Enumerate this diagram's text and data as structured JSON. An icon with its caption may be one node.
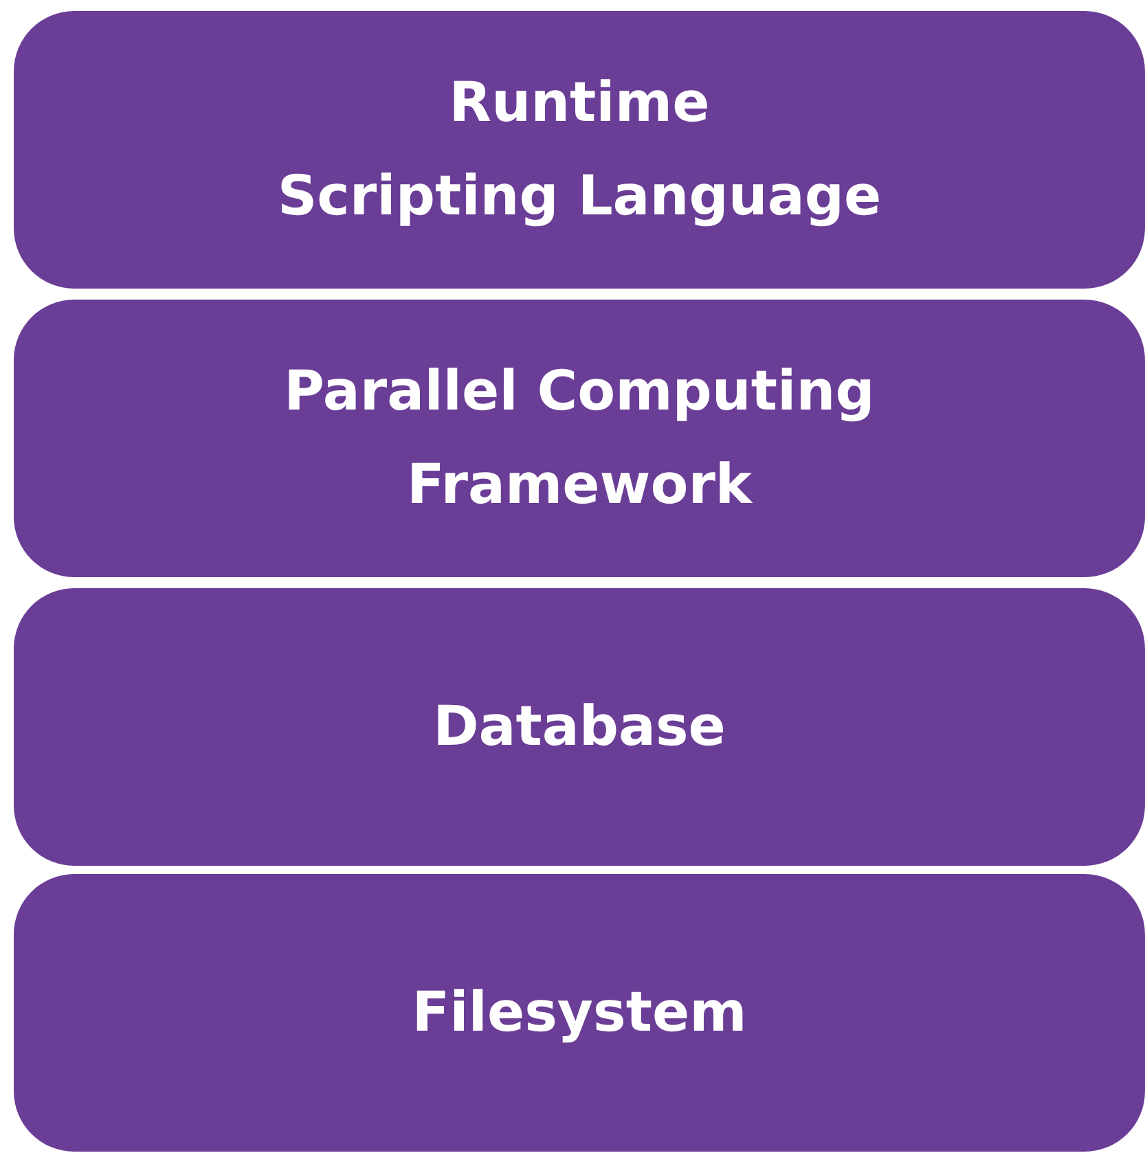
{
  "diagram": {
    "nodes": [
      {
        "text": [
          "Runtime Scripting Language"
        ]
      },
      {
        "text": [
          "Parallel Computing Framework"
        ]
      },
      {
        "text": [
          "Database"
        ]
      },
      {
        "text": [
          "Filesystem"
        ]
      }
    ]
  }
}
